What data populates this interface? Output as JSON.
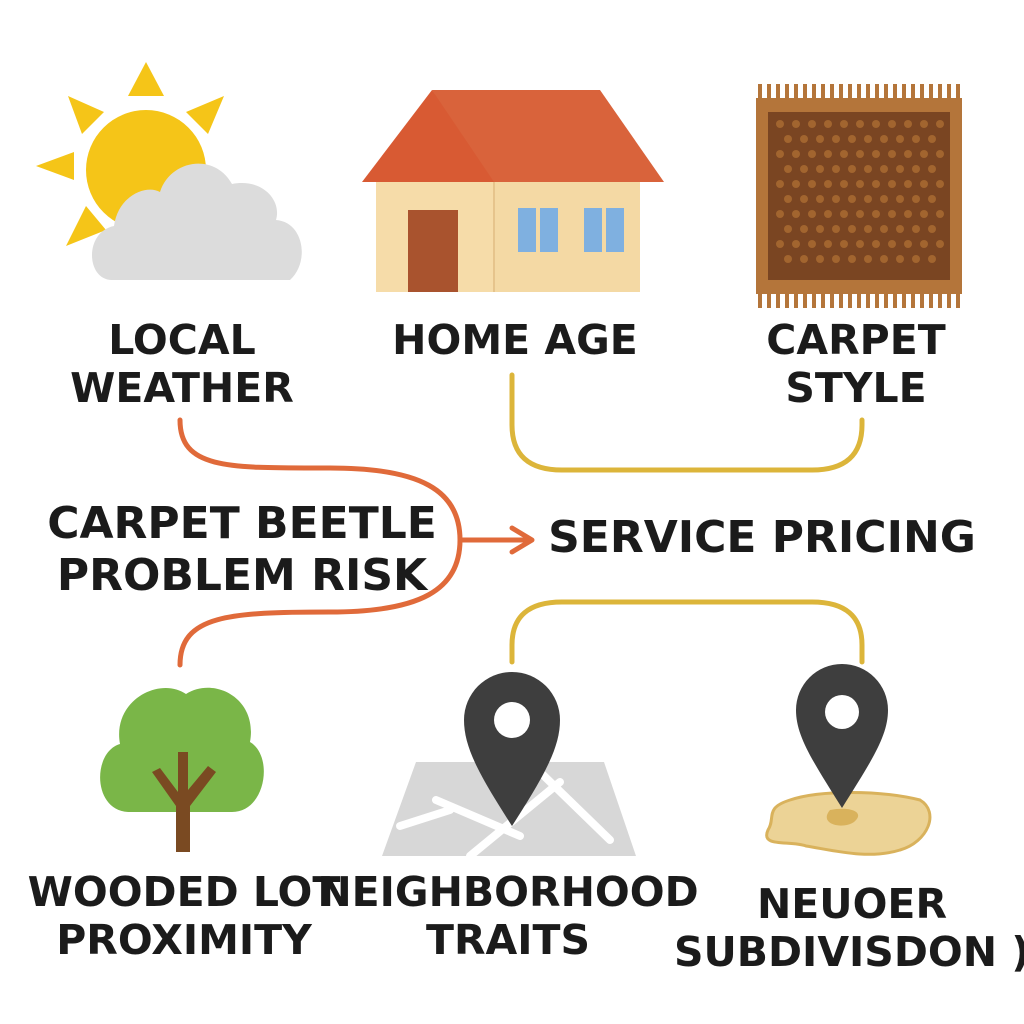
{
  "factors": {
    "local_weather": {
      "icon": "sun-cloud-icon",
      "line1": "LOCAL",
      "line2": "WEATHER"
    },
    "home_age": {
      "icon": "house-icon",
      "line1": "HOME AGE"
    },
    "carpet_style": {
      "icon": "carpet-rug-icon",
      "line1": "CARPET",
      "line2": "STYLE"
    },
    "wooded_lot_proximity": {
      "icon": "tree-icon",
      "line1": "WOODED LOT",
      "line2": "PROXIMITY"
    },
    "neighborhood_traits": {
      "icon": "map-pin-icon",
      "line1": "NEIGHBORHOOD",
      "line2": "TRAITS"
    },
    "neuoer_subdivision": {
      "icon": "location-pin-icon",
      "line1": "NEUOER",
      "line2": "SUBDIVISDON )"
    }
  },
  "center": {
    "risk_line1": "CARPET BEETLE",
    "risk_line2": "PROBLEM RISK",
    "pricing": "SERVICE PRICING"
  },
  "colors": {
    "risk_connector": "#e06a3a",
    "pricing_connector": "#dcb53a",
    "text": "#1b1b1b",
    "sun": "#f5c518",
    "cloud": "#dcdcdc",
    "roof": "#d85a33",
    "house_wall": "#f6dca9",
    "door": "#a9532e",
    "window": "#7fb0e0",
    "carpet_frame": "#b4753a",
    "carpet_field": "#7a4522",
    "tree_canopy": "#7ab648",
    "tree_trunk": "#7a4a22",
    "pin": "#3e3e3e",
    "map": "#d7d7d7",
    "sand": "#ecd396"
  }
}
